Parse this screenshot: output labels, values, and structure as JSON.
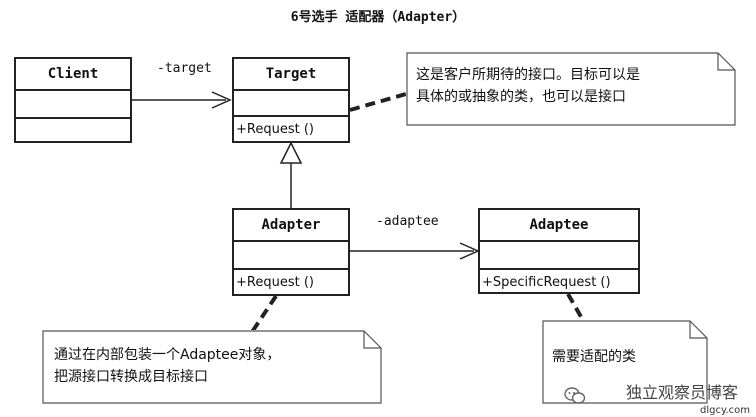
{
  "title": "6号选手 适配器（Adapter）",
  "classes": {
    "client": {
      "name": "Client"
    },
    "target": {
      "name": "Target",
      "op": "+Request ()"
    },
    "adapter": {
      "name": "Adapter",
      "op": "+Request ()"
    },
    "adaptee": {
      "name": "Adaptee",
      "op": "+SpecificRequest ()"
    }
  },
  "associations": {
    "client_target": "-target",
    "adapter_adaptee": "-adaptee"
  },
  "notes": {
    "target": [
      "这是客户所期待的接口。目标可以是",
      "具体的或抽象的类，也可以是接口"
    ],
    "adapter": [
      "通过在内部包装一个Adaptee对象，",
      "把源接口转换成目标接口"
    ],
    "adaptee": [
      "需要适配的类"
    ]
  },
  "watermark": {
    "text": "独立观察员博客",
    "url": "dlgcy.com"
  }
}
